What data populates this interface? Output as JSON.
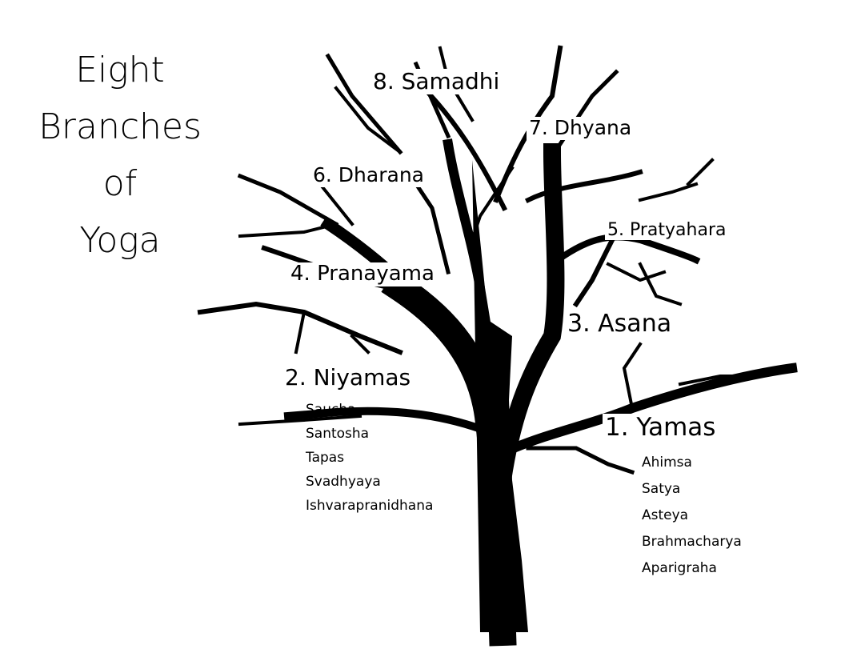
{
  "title": [
    "Eight",
    "Branches",
    "of",
    "Yoga"
  ],
  "branches": [
    {
      "label": "1. Yamas",
      "items": [
        "Ahimsa",
        "Satya",
        "Asteya",
        "Brahmacharya",
        "Aparigraha"
      ]
    },
    {
      "label": "2. Niyamas",
      "items": [
        "Saucha",
        "Santosha",
        "Tapas",
        "Svadhyaya",
        "Ishvarapranidhana"
      ]
    },
    {
      "label": "3. Asana"
    },
    {
      "label": "4. Pranayama"
    },
    {
      "label": "5. Pratyahara"
    },
    {
      "label": "6. Dharana"
    },
    {
      "label": "7. Dhyana"
    },
    {
      "label": "8. Samadhi"
    }
  ]
}
